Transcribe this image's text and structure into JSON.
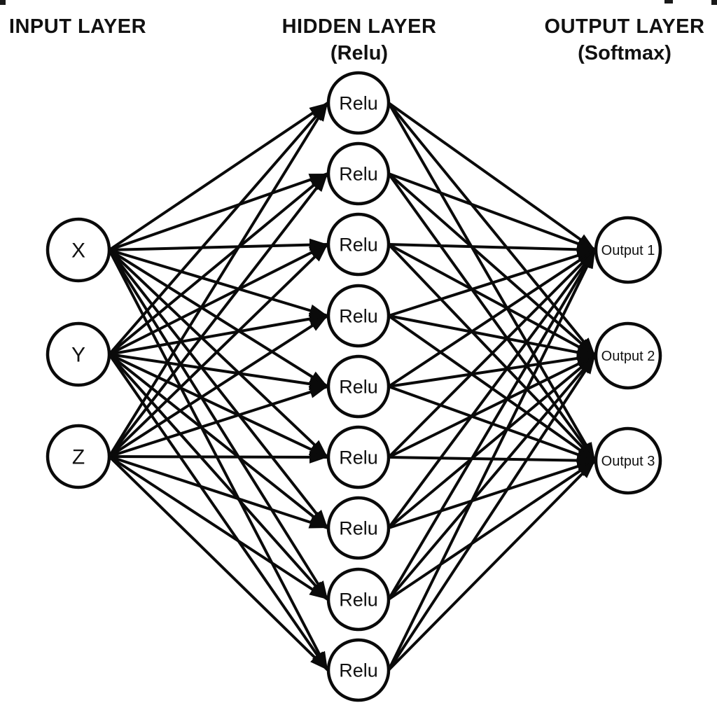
{
  "diagram": {
    "title": "neural-network-architecture",
    "layers": [
      {
        "id": "input",
        "title": "INPUT LAYER",
        "subtitle": "",
        "nodes": [
          "X",
          "Y",
          "Z"
        ]
      },
      {
        "id": "hidden",
        "title": "HIDDEN LAYER",
        "subtitle": "(Relu)",
        "nodes": [
          "Relu",
          "Relu",
          "Relu",
          "Relu",
          "Relu",
          "Relu",
          "Relu",
          "Relu",
          "Relu"
        ]
      },
      {
        "id": "output",
        "title": "OUTPUT LAYER",
        "subtitle": "(Softmax)",
        "nodes": [
          "Output 1",
          "Output 2",
          "Output 3"
        ]
      }
    ],
    "connections": [
      {
        "from": "input",
        "to": "hidden",
        "type": "fully-connected",
        "arrow": "end"
      },
      {
        "from": "hidden",
        "to": "output",
        "type": "fully-connected",
        "arrow": "end"
      }
    ],
    "colors": {
      "stroke": "#0a0a0a",
      "node_fill": "#ffffff",
      "text": "#111111",
      "background": "#ffffff"
    }
  }
}
